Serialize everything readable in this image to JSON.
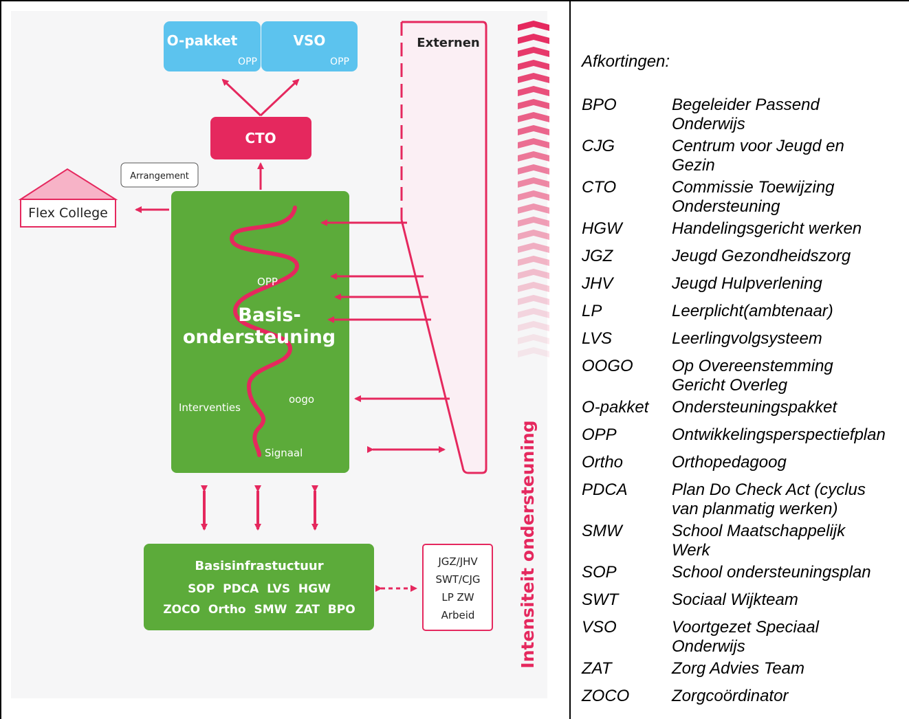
{
  "diagram": {
    "boxes": {
      "opakket_title": "O-pakket",
      "opakket_sub": "OPP",
      "vso_title": "VSO",
      "vso_sub": "OPP",
      "cto": "CTO",
      "arrangement": "Arrangement",
      "flex_college": "Flex College",
      "externen": "Externen",
      "intensiteit": "Intensiteit ondersteuning"
    },
    "green": {
      "opp": "OPP",
      "basis_line1": "Basis-",
      "basis_line2": "ondersteuning",
      "interventies": "Interventies",
      "oogo": "oogo",
      "signaal": "Signaal"
    },
    "infra": {
      "title": "Basisinfrastuctuur",
      "row1": "SOP  PDCA  LVS  HGW",
      "row2": "ZOCO  Ortho  SMW  ZAT  BPO"
    },
    "partners": [
      "JGZ/JHV",
      "SWT/CJG",
      "LP ZW",
      "Arbeid"
    ],
    "colors": {
      "green": "#5cab3a",
      "pink": "#e5285e",
      "blue": "#5cc3ee",
      "light_pink": "#f7b3c7"
    }
  },
  "abbreviations": {
    "title": "Afkortingen:",
    "items": [
      {
        "key": "BPO",
        "lines": [
          "Begeleider Passend",
          "Onderwijs"
        ]
      },
      {
        "key": "CJG",
        "lines": [
          "Centrum voor Jeugd en",
          "Gezin"
        ]
      },
      {
        "key": "CTO",
        "lines": [
          "Commissie Toewijzing",
          "Ondersteuning"
        ]
      },
      {
        "key": "HGW",
        "lines": [
          "Handelingsgericht werken"
        ]
      },
      {
        "key": "JGZ",
        "lines": [
          "Jeugd Gezondheidszorg"
        ]
      },
      {
        "key": "JHV",
        "lines": [
          "Jeugd Hulpverlening"
        ]
      },
      {
        "key": "LP",
        "lines": [
          "Leerplicht(ambtenaar)"
        ]
      },
      {
        "key": "LVS",
        "lines": [
          "Leerlingvolgsysteem"
        ]
      },
      {
        "key": "OOGO",
        "lines": [
          "Op Overeenstemming",
          "Gericht Overleg"
        ]
      },
      {
        "key": "O-pakket",
        "lines": [
          "Ondersteuningspakket"
        ]
      },
      {
        "key": "OPP",
        "lines": [
          "Ontwikkelingsperspectiefplan"
        ]
      },
      {
        "key": "Ortho",
        "lines": [
          "Orthopedagoog"
        ]
      },
      {
        "key": "PDCA",
        "lines": [
          "Plan Do Check Act (cyclus",
          "van planmatig werken)"
        ]
      },
      {
        "key": "SMW",
        "lines": [
          "School Maatschappelijk",
          "Werk"
        ]
      },
      {
        "key": "SOP",
        "lines": [
          "School ondersteuningsplan"
        ]
      },
      {
        "key": "SWT",
        "lines": [
          "Sociaal Wijkteam"
        ]
      },
      {
        "key": "VSO",
        "lines": [
          "Voortgezet Speciaal",
          "Onderwijs"
        ]
      },
      {
        "key": "ZAT",
        "lines": [
          "Zorg Advies Team"
        ]
      },
      {
        "key": "ZOCO",
        "lines": [
          "Zorgcoördinator"
        ]
      }
    ]
  }
}
